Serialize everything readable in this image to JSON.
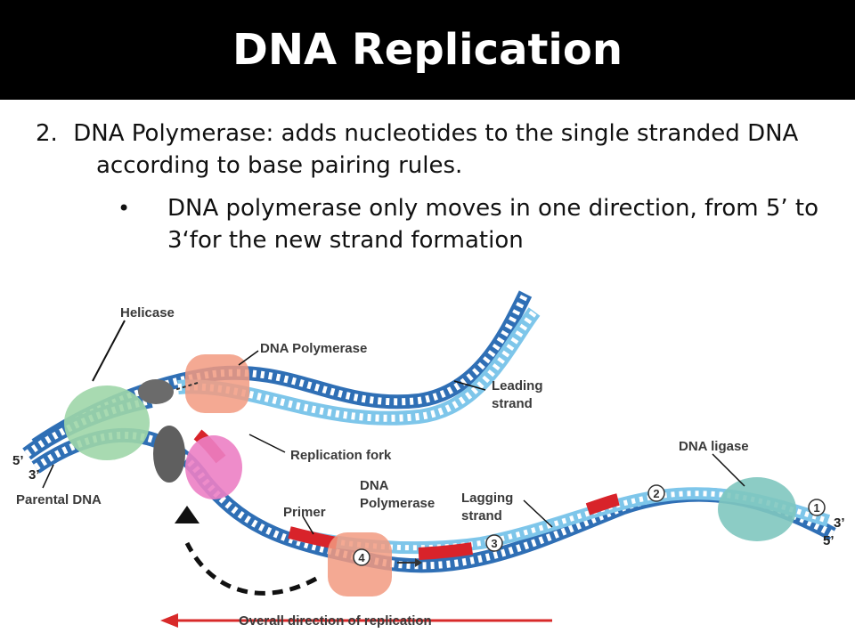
{
  "slide": {
    "title": "DNA Replication",
    "point": {
      "number": "2.",
      "text": "DNA Polymerase:  adds nucleotides to the single stranded DNA according to base pairing rules."
    },
    "bullet": {
      "symbol": "•",
      "text": "DNA polymerase only moves in one direction, from 5’ to 3‘for the new strand formation"
    }
  },
  "diagram": {
    "labels": {
      "helicase": "Helicase",
      "dna_polymerase_top": "DNA Polymerase",
      "leading_strand": [
        "Leading",
        "strand"
      ],
      "replication_fork": "Replication fork",
      "dna_ligase": "DNA ligase",
      "parental_dna": "Parental DNA",
      "primer": "Primer",
      "dna_polymerase_bottom": [
        "DNA",
        "Polymerase"
      ],
      "lagging_strand": [
        "Lagging",
        "strand"
      ],
      "overall_direction": "Overall direction of replication"
    },
    "end_labels": {
      "left_5": "5’",
      "left_3": "3’",
      "right_3": "3’",
      "right_5": "5’"
    },
    "fragment_numbers": [
      "1",
      "2",
      "3",
      "4"
    ],
    "colors": {
      "parental_strand": "#2f6fb5",
      "new_strand": "#7ec6ea",
      "primer": "#d8232a",
      "polymerase": "#f29a80",
      "helicase": "#9fd6a8",
      "ligase": "#7fc7bf",
      "fork_protein": "#ec7fc4",
      "arrow": "#d82a2a"
    }
  }
}
